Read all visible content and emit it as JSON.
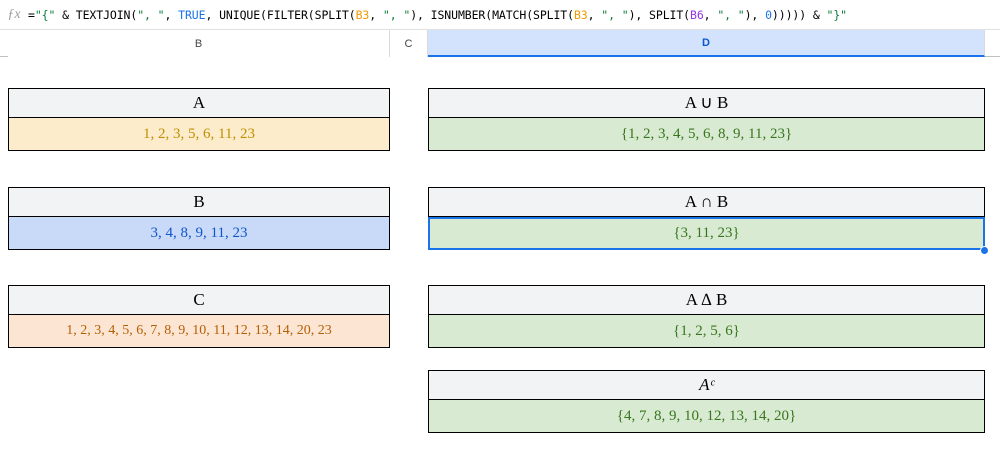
{
  "formula_bar": {
    "icon": "fx-icon",
    "fx_glyph": "ƒx",
    "formula_full": "=\"{\" & TEXTJOIN(\", \", TRUE, UNIQUE(FILTER(SPLIT(B3, \", \"), ISNUMBER(MATCH(SPLIT(B3, \", \"), SPLIT(B6, \", \"), 0))))) & \"}\"",
    "tokens": {
      "t1": "=",
      "t2": "\"{\"",
      "t3": " & TEXTJOIN(",
      "t4": "\", \"",
      "t5": ", ",
      "t6": "TRUE",
      "t7": ", UNIQUE(FILTER(SPLIT(",
      "t8": "B3",
      "t9": ", ",
      "t10": "\", \"",
      "t11": "), ISNUMBER(MATCH(SPLIT(",
      "t12": "B3",
      "t13": ", ",
      "t14": "\", \"",
      "t15": "), SPLIT(",
      "t16": "B6",
      "t17": ", ",
      "t18": "\", \"",
      "t19": "), ",
      "t20": "0",
      "t21": "))))) & ",
      "t22": "\"}\""
    }
  },
  "columns": [
    {
      "label": "B",
      "active": false
    },
    {
      "label": "C",
      "active": false
    },
    {
      "label": "D",
      "active": true
    }
  ],
  "left_blocks": [
    {
      "title": "A",
      "value": "1, 2, 3, 5, 6, 11, 23",
      "fill": "fill-yellow",
      "selected": false
    },
    {
      "title": "B",
      "value": "3, 4, 8, 9, 11, 23",
      "fill": "fill-blue",
      "selected": false
    },
    {
      "title": "C",
      "value": "1, 2, 3, 4, 5, 6, 7, 8, 9, 10, 11, 12, 13, 14, 20, 23",
      "fill": "fill-peach",
      "selected": false
    }
  ],
  "right_blocks": [
    {
      "title": "A ∪ B",
      "value": "{1, 2, 3, 4, 5, 6, 8, 9, 11, 23}",
      "fill": "fill-green",
      "selected": false
    },
    {
      "title": "A ∩ B",
      "value": "{3, 11, 23}",
      "fill": "fill-green",
      "selected": true
    },
    {
      "title": "A ∆ B",
      "value": "{1, 2, 5, 6}",
      "fill": "fill-green",
      "selected": false
    },
    {
      "title": "Aᶜ",
      "value": "{4, 7, 8, 9, 10, 12, 13, 14, 20}",
      "fill": "fill-green",
      "selected": false
    }
  ],
  "colors": {
    "selection_blue": "#1a73e8",
    "header_active_bg": "#d3e3fd",
    "set_header_bg": "#f1f3f4",
    "green_fill": "#d9ead3",
    "yellow_fill": "#fdeccb",
    "blue_fill": "#c9daf8",
    "peach_fill": "#fce5d3"
  }
}
